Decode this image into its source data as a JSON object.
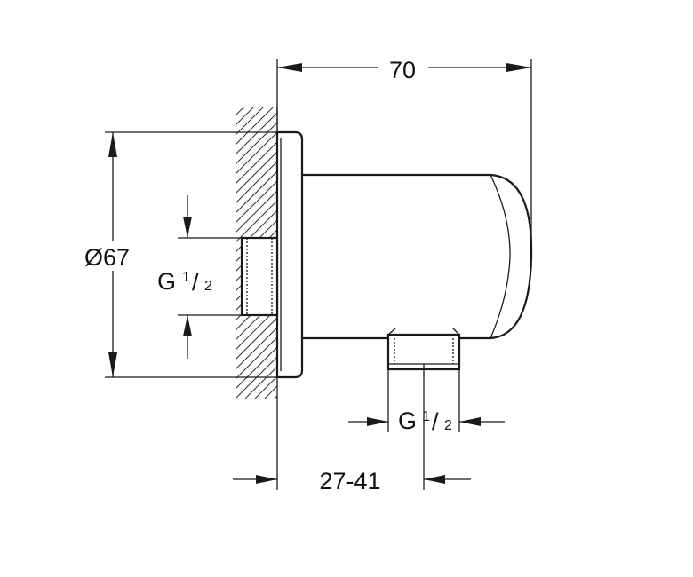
{
  "dimensions": {
    "overall_length": "70",
    "flange_diameter": "Ø67",
    "wall_projection": "27-41",
    "inlet_thread": {
      "base": "G",
      "numerator": "1",
      "slash": "/",
      "denominator": "2"
    },
    "outlet_thread": {
      "base": "G",
      "numerator": "1",
      "slash": "/",
      "denominator": "2"
    }
  }
}
